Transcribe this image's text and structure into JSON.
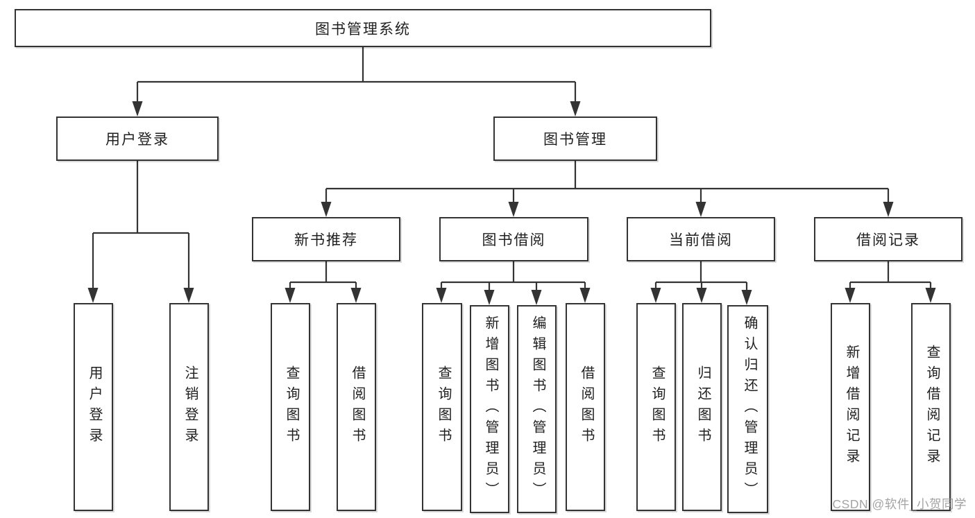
{
  "tree": {
    "root": {
      "label": "图书管理系统"
    },
    "branches": [
      {
        "label": "用户登录",
        "children": [
          {
            "label": "用户登录"
          },
          {
            "label": "注销登录"
          }
        ]
      },
      {
        "label": "图书管理",
        "children": [
          {
            "label": "新书推荐",
            "children": [
              {
                "label": "查询图书"
              },
              {
                "label": "借阅图书"
              }
            ]
          },
          {
            "label": "图书借阅",
            "children": [
              {
                "label": "查询图书"
              },
              {
                "label": "新增图书（管理员）"
              },
              {
                "label": "编辑图书（管理员）"
              },
              {
                "label": "借阅图书"
              }
            ]
          },
          {
            "label": "当前借阅",
            "children": [
              {
                "label": "查询图书"
              },
              {
                "label": "归还图书"
              },
              {
                "label": "确认归还（管理员）"
              }
            ]
          },
          {
            "label": "借阅记录",
            "children": [
              {
                "label": "新增借阅记录"
              },
              {
                "label": "查询借阅记录"
              }
            ]
          }
        ]
      }
    ]
  },
  "watermark": {
    "text": "CSDN @软件_小贺同学"
  },
  "colors": {
    "line": "#333333",
    "box_border": "#333333",
    "text": "#1f1f1f",
    "watermark": "#949494",
    "background": "#ffffff"
  }
}
